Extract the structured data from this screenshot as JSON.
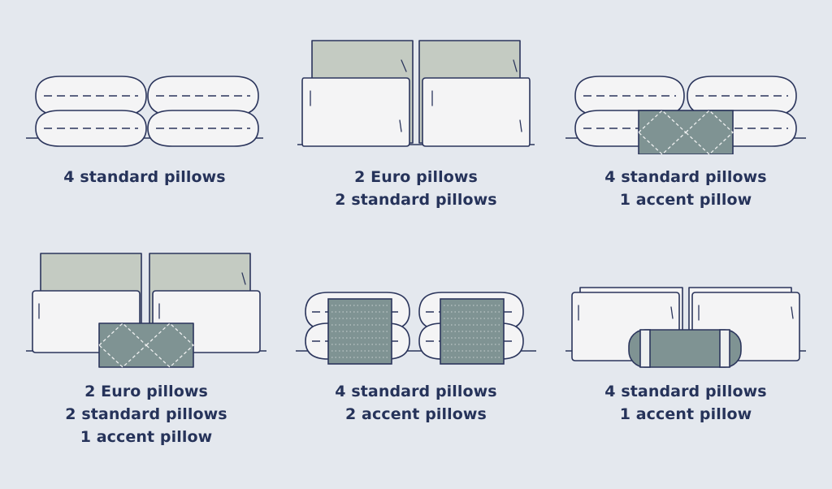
{
  "colors": {
    "background": "#e4e8ee",
    "outline": "#2b355c",
    "pillow_white": "#f4f4f5",
    "euro_green": "#c4cbc2",
    "accent_gray": "#7f9393",
    "text": "#26335a"
  },
  "arrangements": [
    {
      "lines": [
        "4 standard pillows"
      ]
    },
    {
      "lines": [
        "2 Euro pillows",
        "2 standard pillows"
      ]
    },
    {
      "lines": [
        "4 standard pillows",
        "1 accent pillow"
      ]
    },
    {
      "lines": [
        "2 Euro pillows",
        "2 standard pillows",
        "1 accent pillow"
      ]
    },
    {
      "lines": [
        "4 standard pillows",
        "2 accent pillows"
      ]
    },
    {
      "lines": [
        "4 standard pillows",
        "1 accent pillow"
      ]
    }
  ]
}
